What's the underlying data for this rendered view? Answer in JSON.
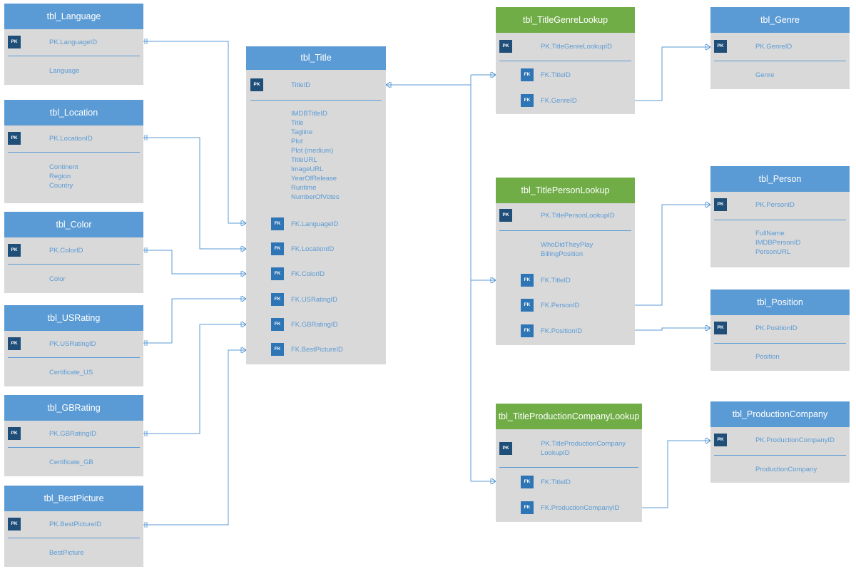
{
  "tables": {
    "language": {
      "title": "tbl_Language",
      "pk": "PK.LanguageID",
      "fields": [
        "Language"
      ]
    },
    "location": {
      "title": "tbl_Location",
      "pk": "PK.LocationID",
      "fields": [
        "Continent",
        "Region",
        "Country"
      ]
    },
    "color": {
      "title": "tbl_Color",
      "pk": "PK.ColorID",
      "fields": [
        "Color"
      ]
    },
    "usrating": {
      "title": "tbl_USRating",
      "pk": "PK.USRatingID",
      "fields": [
        "Certificate_US"
      ]
    },
    "gbrating": {
      "title": "tbl_GBRating",
      "pk": "PK.GBRatingID",
      "fields": [
        "Certificate_GB"
      ]
    },
    "bestpicture": {
      "title": "tbl_BestPicture",
      "pk": "PK.BestPictureID",
      "fields": [
        "BestPicture"
      ]
    },
    "title": {
      "title": "tbl_Title",
      "pk": "TitleID",
      "fields": [
        "IMDBTitleID",
        "Title",
        "Tagline",
        "Plot",
        "Plot (medium)",
        "TitleURL",
        "ImageURL",
        "YearOfRelease",
        "Runtime",
        "NumberOfVotes"
      ],
      "fks": [
        "FK.LanguageID",
        "FK.LocationID",
        "FK.ColorID",
        "FK.USRatingID",
        "FK.GBRatingID",
        "FK.BestPictureID"
      ]
    },
    "titlegenrelookup": {
      "title": "tbl_TitleGenreLookup",
      "pk": "PK.TitleGenreLookupID",
      "fks": [
        "FK.TitleID",
        "FK.GenreID"
      ]
    },
    "genre": {
      "title": "tbl_Genre",
      "pk": "PK.GenreID",
      "fields": [
        "Genre"
      ]
    },
    "titlepersonlookup": {
      "title": "tbl_TitlePersonLookup",
      "pk": "PK.TitlePersonLookupID",
      "fields": [
        "WhoDidTheyPlay",
        "BillingPosition"
      ],
      "fks": [
        "FK.TitleID",
        "FK.PersonID",
        "FK.PositionID"
      ]
    },
    "person": {
      "title": "tbl_Person",
      "pk": "PK.PersonID",
      "fields": [
        "FullName",
        "IMDBPersonID",
        "PersonURL"
      ]
    },
    "position": {
      "title": "tbl_Position",
      "pk": "PK.PositionID",
      "fields": [
        "Position"
      ]
    },
    "titleproductioncompanylookup": {
      "title": "tbl_TitleProductionCompanyLookup",
      "pk_lines": [
        "PK.TitleProductionCompany",
        "LookupID"
      ],
      "fks": [
        "FK.TitleID",
        "FK.ProductionCompanyID"
      ]
    },
    "productioncompany": {
      "title": "tbl_ProductionCompany",
      "pk": "PK.ProductionCompanyID",
      "fields": [
        "ProductionCompany"
      ]
    }
  },
  "badges": {
    "pk": "PK",
    "fk": "FK"
  },
  "colors": {
    "header_blue": "#5b9bd5",
    "header_green": "#70ad47",
    "body": "#d9d9d9",
    "pk_badge": "#1f4e79",
    "fk_badge": "#2e75b6",
    "line": "#5b9bd5"
  }
}
